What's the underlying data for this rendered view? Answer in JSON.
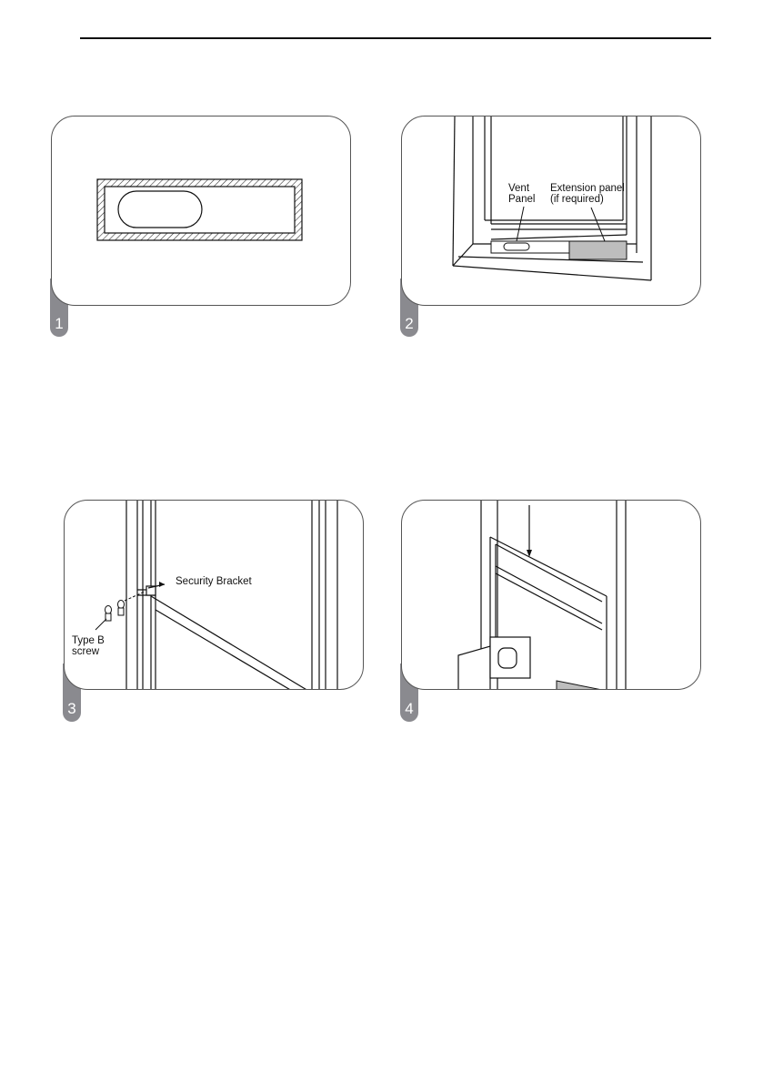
{
  "figures": [
    {
      "number": "1"
    },
    {
      "number": "2",
      "labels": {
        "vent_panel": "Vent\nPanel",
        "extension_panel": "Extension panel\n(if required)"
      }
    },
    {
      "number": "3",
      "labels": {
        "security_bracket": "Security Bracket",
        "type_b_screw": "Type B\nscrew"
      }
    },
    {
      "number": "4"
    }
  ],
  "colors": {
    "tab": "#8a8a8f",
    "line": "#111111",
    "shade": "#bdbdbd"
  }
}
